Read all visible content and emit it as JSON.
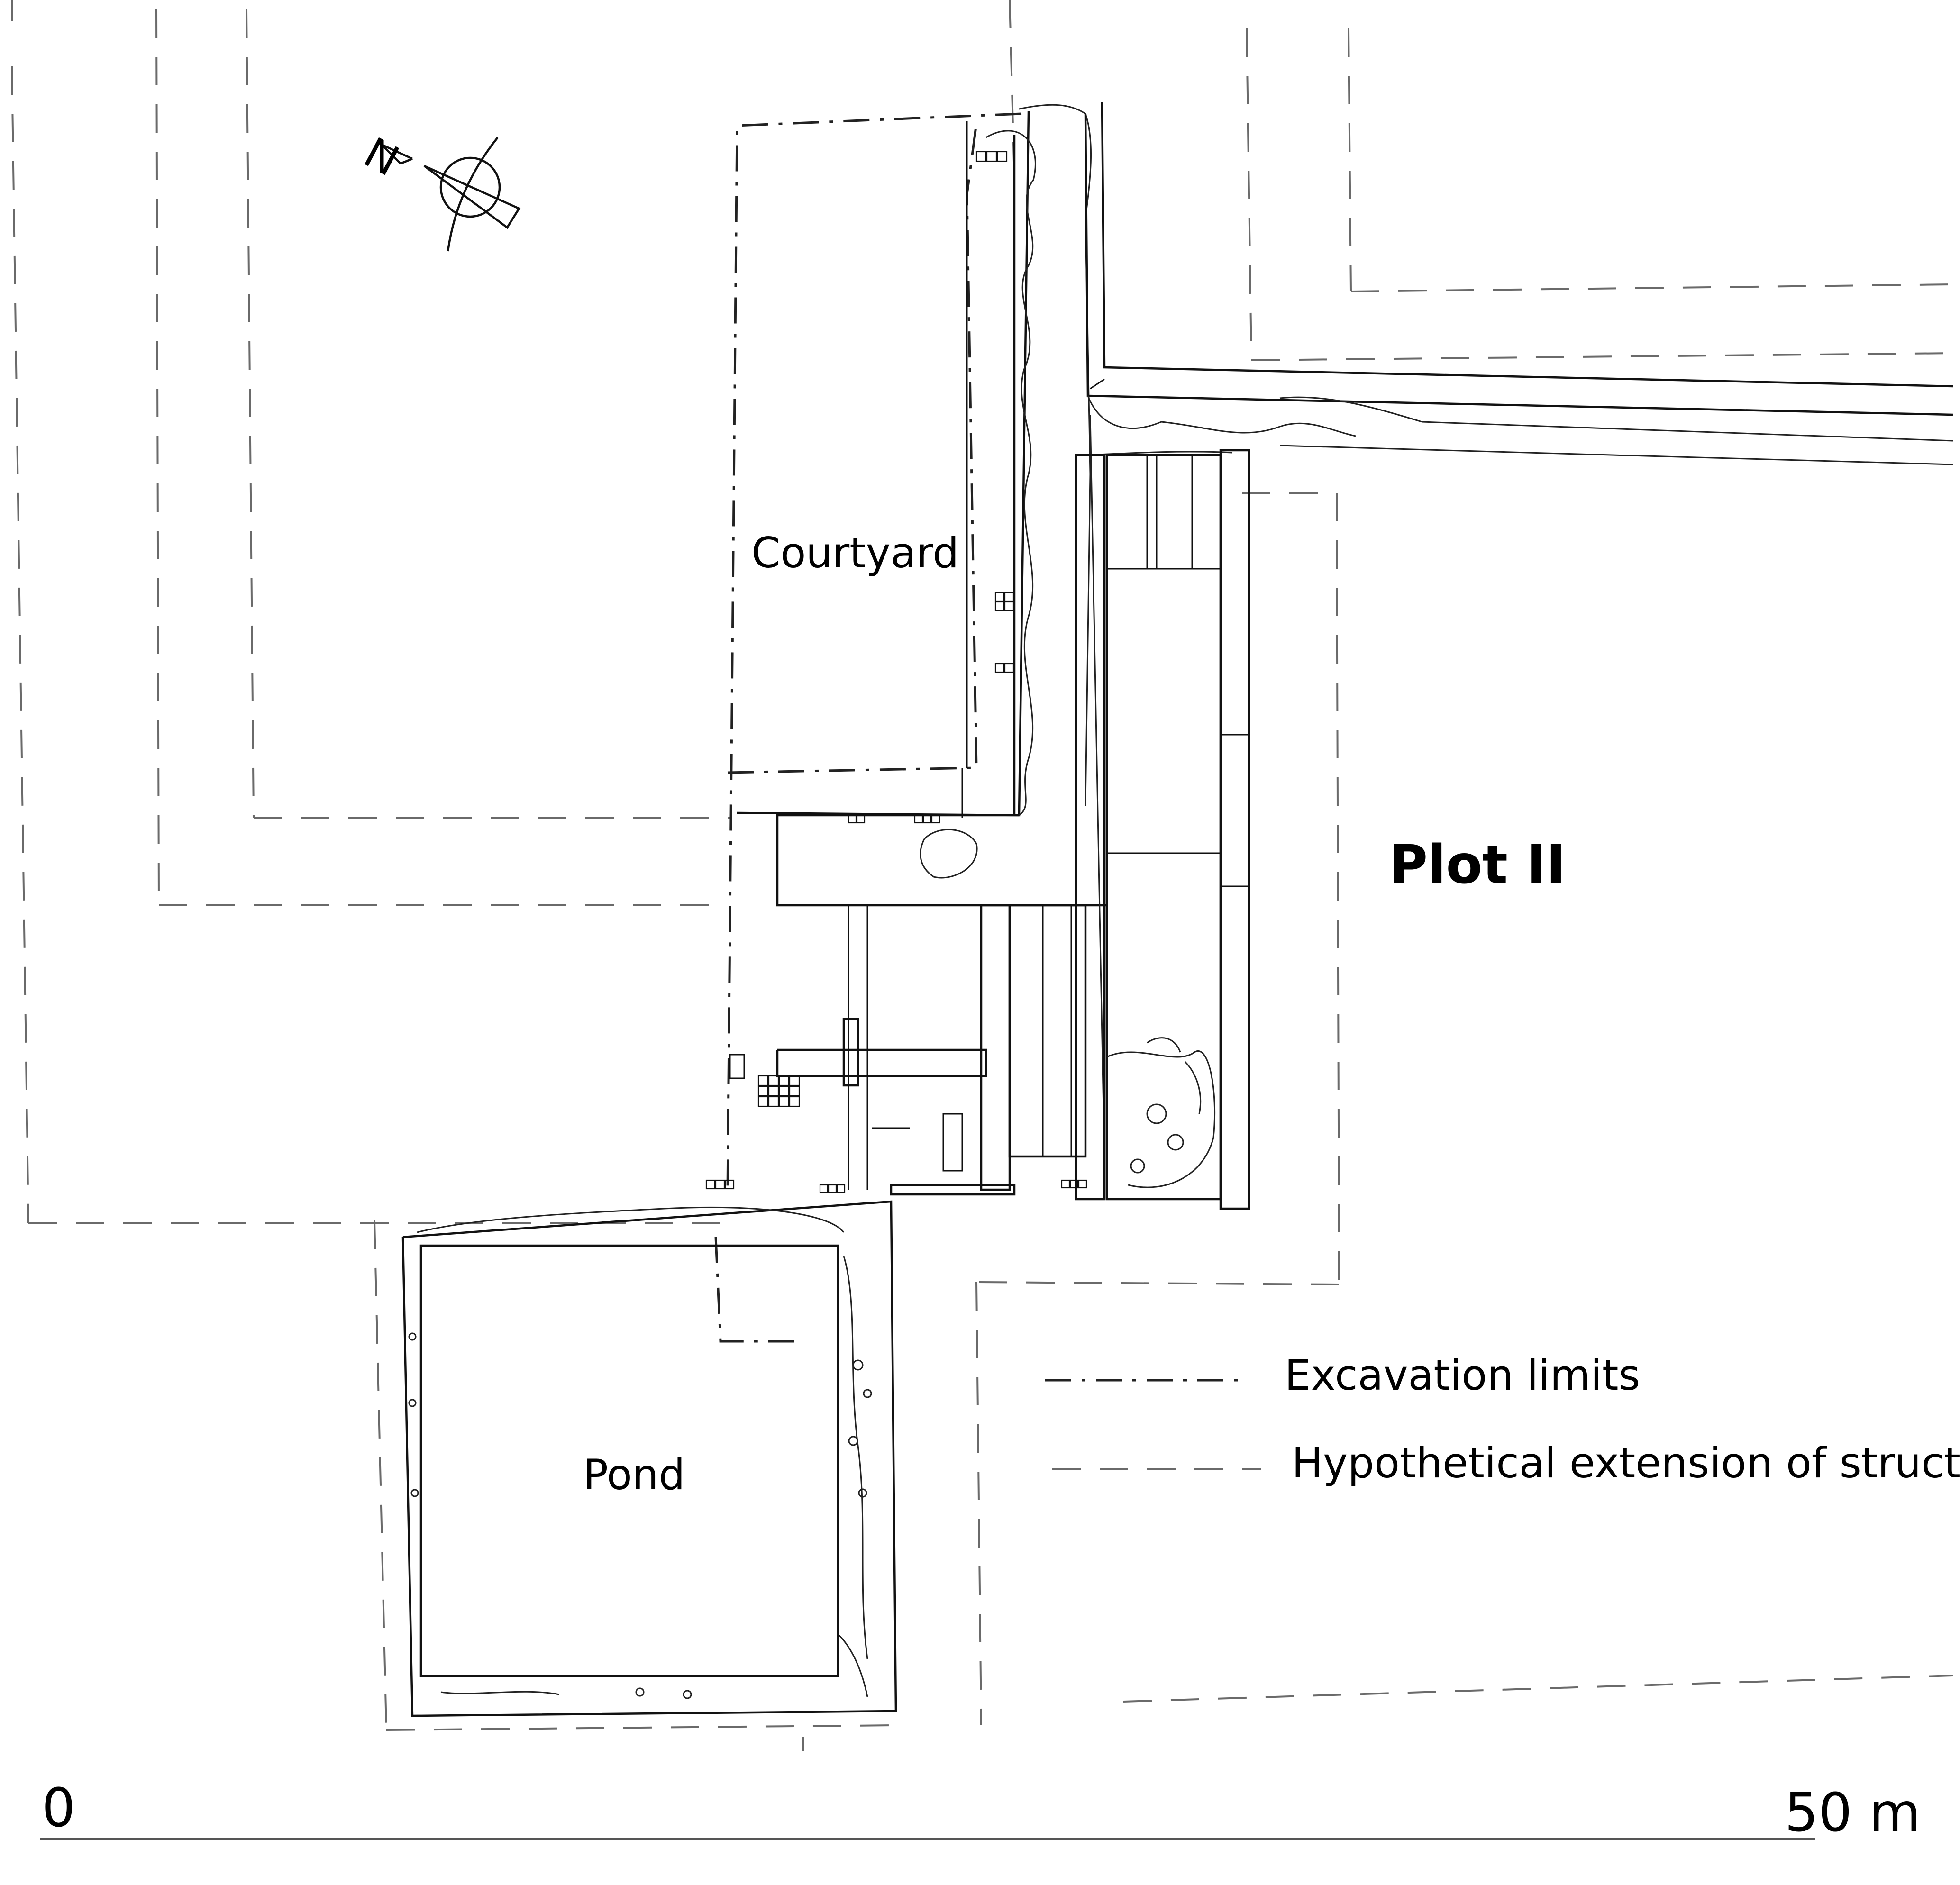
{
  "labels": {
    "courtyard": "Courtyard",
    "plot": "Plot II",
    "pond": "Pond",
    "north": "N"
  },
  "legend": {
    "excavation_limits": "Excavation limits",
    "hypothetical_extension": "Hypothetical extension of structures"
  },
  "scale": {
    "start": "0",
    "end": "50 m"
  },
  "colors": {
    "line": "#111111",
    "dashed_line": "#6a6a6a",
    "background": "#ffffff"
  }
}
